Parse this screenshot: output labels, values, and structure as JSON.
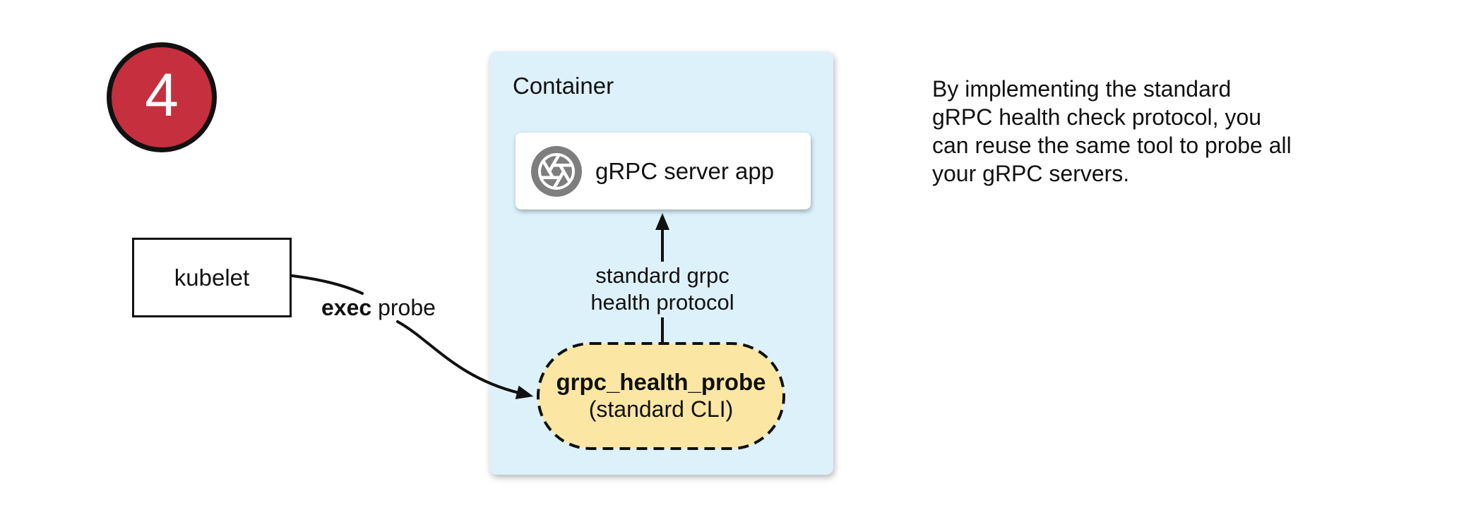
{
  "step_badge": {
    "number": "4"
  },
  "colors": {
    "badge_red": "#C62F3E",
    "container_blue": "#DDF1FB",
    "probe_yellow": "#FBE7A3",
    "icon_gray": "#7E7E7E"
  },
  "nodes": {
    "kubelet": {
      "label": "kubelet"
    },
    "container": {
      "label": "Container"
    },
    "grpc_server": {
      "label": "gRPC server app",
      "icon": "aperture-icon"
    },
    "health_probe": {
      "title": "grpc_health_probe",
      "subtitle": "(standard CLI)"
    }
  },
  "edges": {
    "exec_probe": {
      "label_bold": "exec",
      "label_rest": " probe"
    },
    "health_protocol": {
      "label": "standard grpc\nhealth protocol"
    }
  },
  "annotation": {
    "text": "By implementing the standard\ngRPC health check protocol, you\ncan reuse the same tool to probe all\nyour gRPC servers."
  }
}
